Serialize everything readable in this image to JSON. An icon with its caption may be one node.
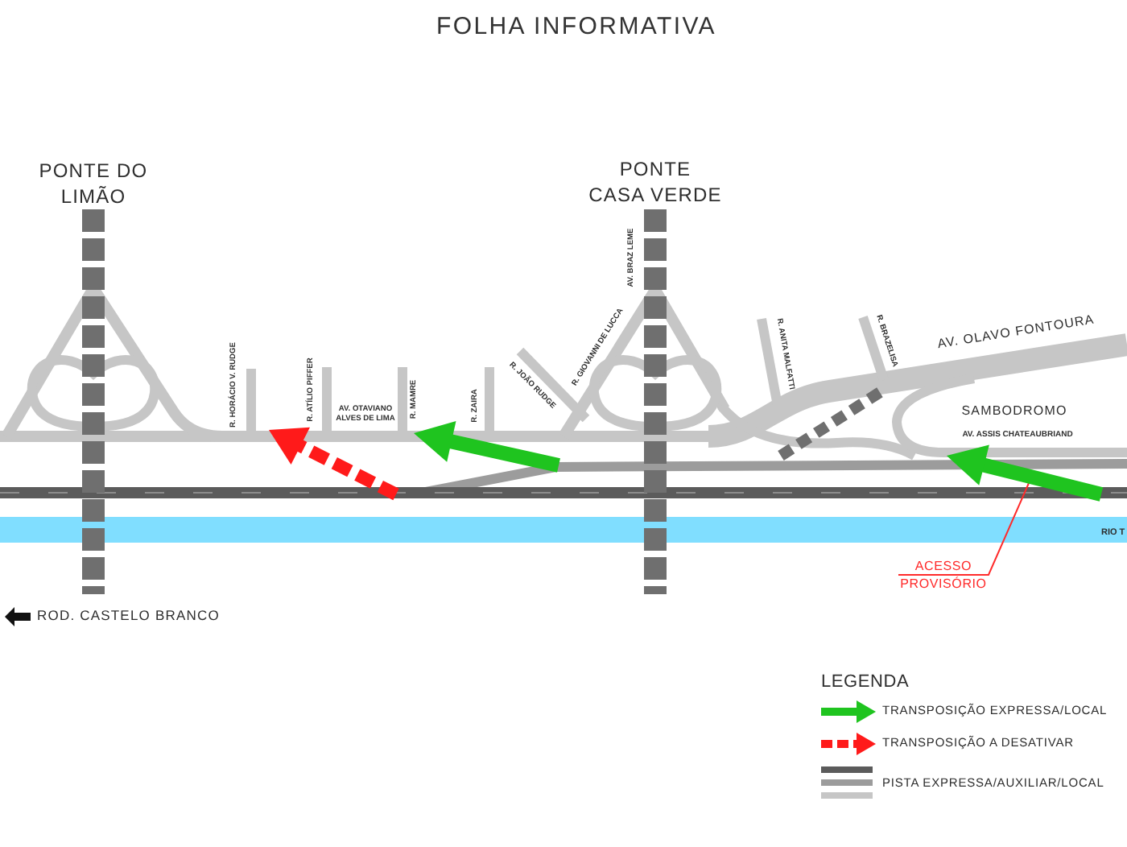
{
  "diagram": {
    "title": "FOLHA INFORMATIVA",
    "nodes": [
      {
        "text": [],
        "shape": "arrow"
      },
      {
        "text": [],
        "shape": "arrow"
      },
      {
        "text": [],
        "shape": "arrow"
      },
      {
        "text": [
          "ACESSO PROVISÓRIO"
        ]
      }
    ],
    "edges": [
      {
        "from": 3,
        "to": 2,
        "arrow": "none",
        "color": "#ff2a2a"
      }
    ],
    "labels": [
      "PONTE DO LIMÃO",
      "PONTE CASA VERDE",
      "AV. BRAZ LEME",
      "R. GIOVANNI DE LUCCA",
      "R. ANITA MALFATTI",
      "R. BRAZELISA",
      "AV. OLAVO FONTOURA",
      "R. HORÁCIO V. RUDGE",
      "R. ATÍLIO PIFFER",
      "R. MAMRE",
      "R. ZAIRA",
      "R. JOÃO RUDGE",
      "AV. OTAVIANO ALVES DE LIMA",
      "SAMBODROMO",
      "AV. ASSIS CHATEAUBRIAND",
      "RIO T",
      "ROD. CASTELO BRANCO",
      "LEGENDA"
    ],
    "legend": [
      {
        "text": "TRANSPOSIÇÃO EXPRESSA/LOCAL"
      },
      {
        "text": "TRANSPOSIÇÃO A DESATIVAR"
      },
      {
        "text": "PISTA EXPRESSA/AUXILIAR/LOCAL"
      }
    ]
  }
}
